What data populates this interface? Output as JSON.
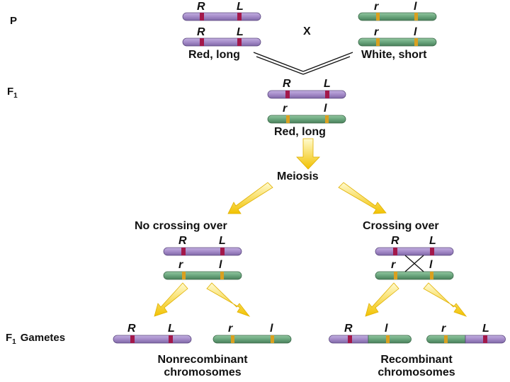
{
  "rows": {
    "p": "P",
    "f1_letter": "F",
    "f1_sub": "1",
    "gametes_label": "Gametes"
  },
  "cross_symbol": "X",
  "alleles": {
    "R": "R",
    "L": "L",
    "r": "r",
    "l": "l"
  },
  "captions": {
    "parent_left": "Red, long",
    "parent_right": "White, short",
    "f1": "Red, long",
    "meiosis": "Meiosis",
    "no_crossing": "No crossing over",
    "crossing": "Crossing over",
    "nonrecombinant_1": "Nonrecombinant",
    "nonrecombinant_2": "chromosomes",
    "recombinant_1": "Recombinant",
    "recombinant_2": "chromosomes"
  },
  "colors": {
    "purple_chromosome": "#a58bc9",
    "green_chromosome": "#6aa67d",
    "dominant_band": "#a3184a",
    "recessive_band": "#d9a020",
    "arrow_light": "#fff3a0",
    "arrow_dark": "#f2c200"
  }
}
